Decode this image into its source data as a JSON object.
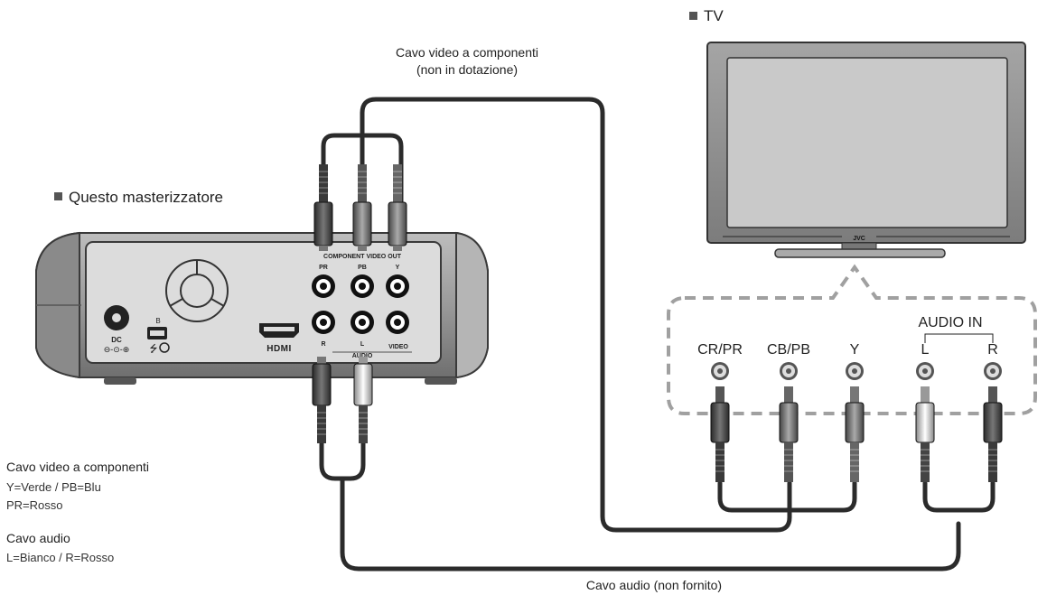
{
  "labels": {
    "tv_title": "TV",
    "recorder_title": "Questo masterizzatore",
    "component_cable_line1": "Cavo video a componenti",
    "component_cable_line2": "(non in dotazione)",
    "audio_cable_bottom": "Cavo audio (non fornito)"
  },
  "legend": {
    "component_title": "Cavo video a componenti",
    "component_line1": "Y=Verde / PB=Blu",
    "component_line2": "PR=Rosso",
    "audio_title": "Cavo audio",
    "audio_line1": "L=Bianco / R=Rosso"
  },
  "tv_panel": {
    "audio_in": "AUDIO IN",
    "jack_cr_pr": "CR/PR",
    "jack_cb_pb": "CB/PB",
    "jack_y": "Y",
    "jack_l": "L",
    "jack_r": "R",
    "brand": "JVC"
  },
  "recorder_panel": {
    "dc": "DC",
    "usb_b": "B",
    "hdmi": "HDMI",
    "component_video_out": "COMPONENT VIDEO OUT",
    "pr": "PR",
    "pb": "PB",
    "y": "Y",
    "r": "R",
    "l": "L",
    "audio": "AUDIO",
    "video": "VIDEO"
  },
  "colors": {
    "cable": "#2b2b2b",
    "tv_frame": "#8f8f8f",
    "tv_screen": "#c9c9c9",
    "recorder_body": "#9a9a9a",
    "dashed_panel": "#9a9a9a"
  }
}
